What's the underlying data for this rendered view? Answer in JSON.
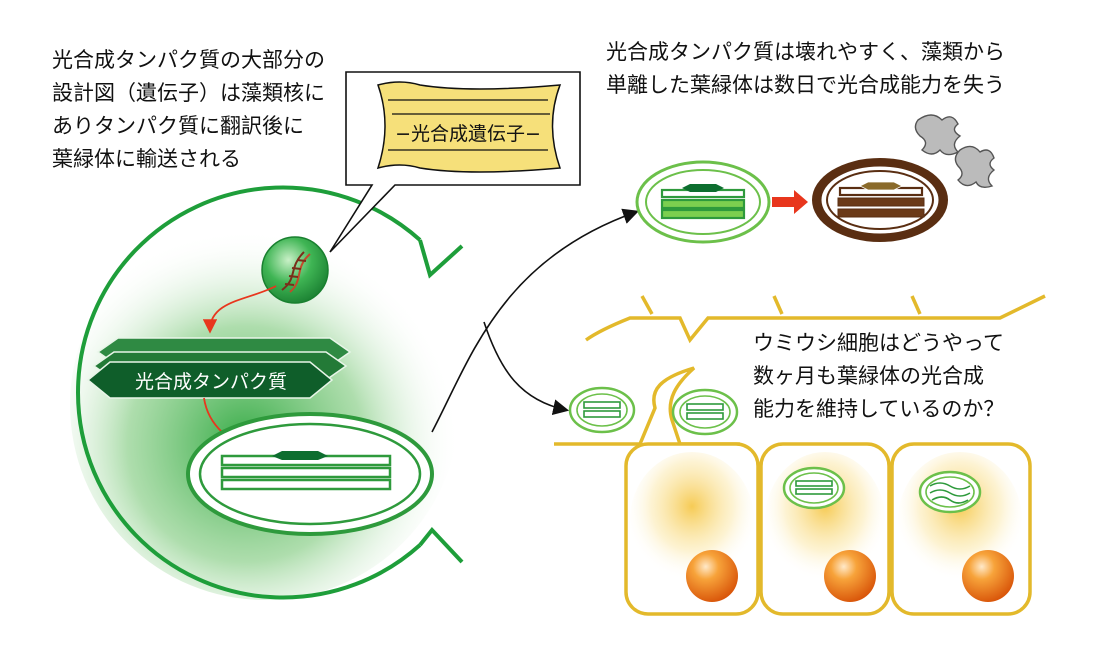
{
  "captions": {
    "left": [
      "光合成タンパク質の大部分の",
      "設計図（遺伝子）は藻類核に",
      "ありタンパク質に翻訳後に",
      "葉緑体に輸送される"
    ],
    "right_top": [
      "光合成タンパク質は壊れやすく、藻類から",
      "単離した葉緑体は数日で光合成能力を失う"
    ],
    "right_bottom": [
      "ウミウシ細胞はどうやって",
      "数ヶ月も葉緑体の光合成",
      "能力を維持しているのか？"
    ]
  },
  "labels": {
    "gene": "−光合成遺伝子−",
    "protein": "光合成タンパク質"
  },
  "colors": {
    "algae_green": "#1e9e3a",
    "dark_green": "#0d6e2f",
    "light_green": "#6cc04a",
    "gene_paper": "#f6e07a",
    "slug_outline": "#e3b92b",
    "damaged_brown": "#5a2e12",
    "arrow_red": "#e8361d",
    "nucleus_orange": "#f07a10"
  },
  "icons": [
    "dna-helix-icon",
    "red-arrow-icon",
    "smoke-icon"
  ]
}
